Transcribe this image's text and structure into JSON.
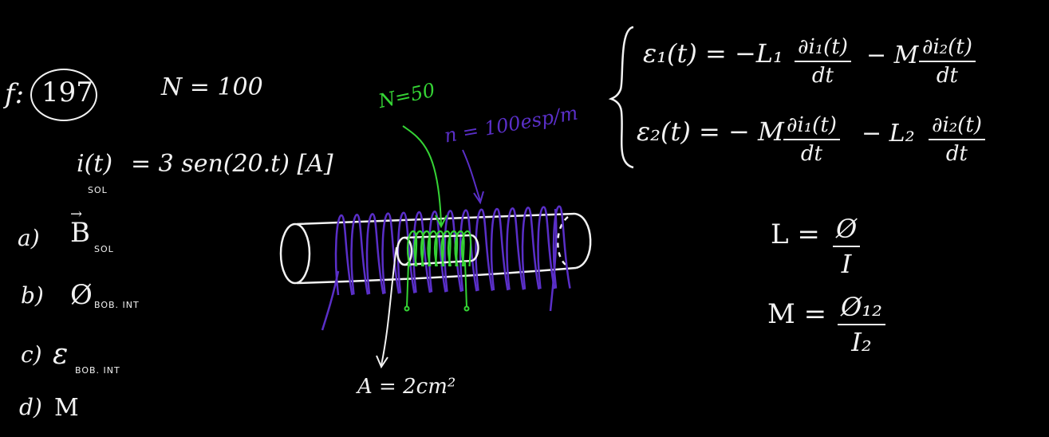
{
  "left": {
    "ex_prefix": "f:",
    "ex_number": "197",
    "n_total": "N = 100",
    "current_lhs": "i(t)",
    "current_sub": "SOL",
    "current_rhs": "= 3 sen(20.t) [A]",
    "items": [
      {
        "letter": "a)",
        "symbol": "B",
        "sub": "SOL"
      },
      {
        "letter": "b)",
        "symbol": "Ø",
        "sub": "BOB. INT"
      },
      {
        "letter": "c)",
        "symbol": "ε",
        "sub": "BOB. INT"
      },
      {
        "letter": "d)",
        "symbol": "M",
        "sub": ""
      }
    ]
  },
  "diagram": {
    "inner_n": "N=50",
    "turn_density": "n = 100esp/m",
    "area": "A = 2cm²"
  },
  "equations": {
    "eq1_lhs": "ε₁(t) = −L₁",
    "eq1_num1": "∂i₁(t)",
    "eq1_den1": "dt",
    "eq1_mid": "− M",
    "eq1_num2": "∂i₂(t)",
    "eq1_den2": "dt",
    "eq2_lhs": "ε₂(t) = − M",
    "eq2_num1": "∂i₁(t)",
    "eq2_den1": "dt",
    "eq2_mid": "− L₂",
    "eq2_num2": "∂i₂(t)",
    "eq2_den2": "dt"
  },
  "formulas": {
    "L_lhs": "L =",
    "L_num": "Ø",
    "L_den": "I",
    "M_lhs": "M =",
    "M_num": "Ø₁₂",
    "M_den": "I₂"
  },
  "colors": {
    "ink": "#f2f2f2",
    "green": "#35d435",
    "purple": "#5a2fc8"
  }
}
